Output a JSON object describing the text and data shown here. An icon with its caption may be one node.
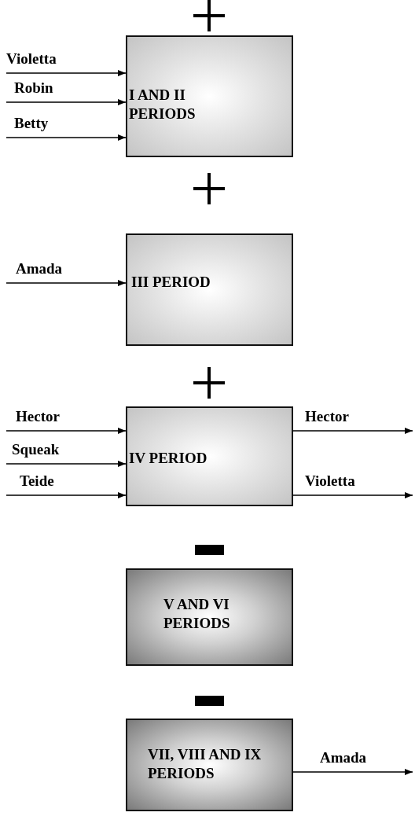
{
  "diagram": {
    "nodes": [
      {
        "text": [
          "I AND II PERIODS"
        ]
      },
      {
        "text": [
          "III PERIOD"
        ]
      },
      {
        "text": [
          "IV PERIOD"
        ]
      },
      {
        "text": [
          "V AND VI PERIODS"
        ]
      },
      {
        "text": [
          "VII, VIII AND IX PERIODS"
        ]
      }
    ],
    "edges": [
      {
        "from": null,
        "to": 0,
        "arrow": "to",
        "label": "Violetta"
      },
      {
        "from": null,
        "to": 0,
        "arrow": "to",
        "label": "Robin"
      },
      {
        "from": null,
        "to": 0,
        "arrow": "to",
        "label": "Betty"
      },
      {
        "from": null,
        "to": 1,
        "arrow": "to",
        "label": "Amada"
      },
      {
        "from": null,
        "to": 2,
        "arrow": "to",
        "label": "Hector"
      },
      {
        "from": null,
        "to": 2,
        "arrow": "to",
        "label": "Squeak"
      },
      {
        "from": null,
        "to": 2,
        "arrow": "to",
        "label": "Teide"
      },
      {
        "from": 2,
        "to": null,
        "arrow": "to",
        "label": "Hector"
      },
      {
        "from": 2,
        "to": null,
        "arrow": "to",
        "label": "Violetta"
      },
      {
        "from": 4,
        "to": null,
        "arrow": "to",
        "label": "Amada"
      }
    ]
  }
}
